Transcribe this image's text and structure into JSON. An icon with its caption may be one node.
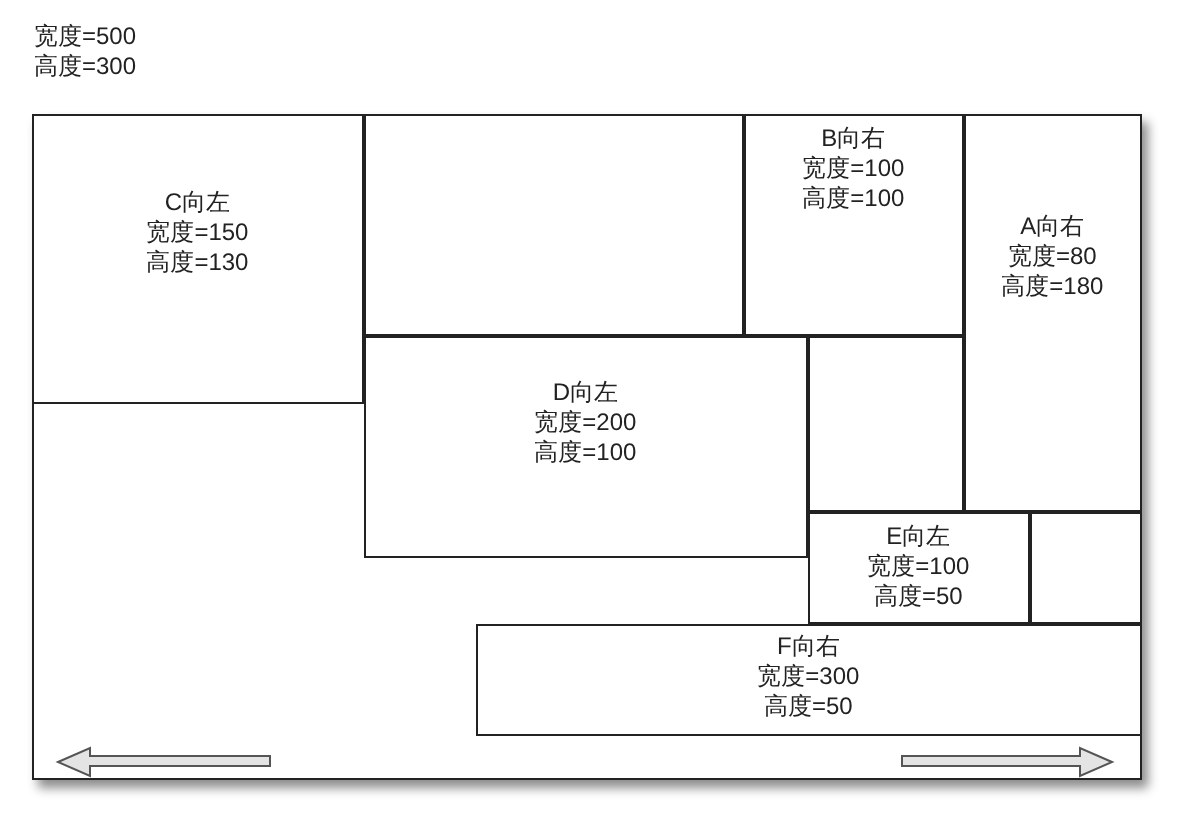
{
  "diagram": {
    "nodes": [
      {
        "text": [
          "宽度=500",
          "高度=300"
        ]
      },
      {
        "text": [
          "C向左",
          "宽度=150",
          "高度=130"
        ],
        "in": 0
      },
      {
        "text": [],
        "shape": "box",
        "in": 0
      },
      {
        "text": [
          "B向右",
          "宽度=100",
          "高度=100"
        ],
        "in": 0
      },
      {
        "text": [
          "A向右",
          "宽度=80",
          "高度=180"
        ],
        "in": 0
      },
      {
        "text": [
          "D向左",
          "宽度=200",
          "高度=100"
        ],
        "in": 0
      },
      {
        "text": [],
        "shape": "box",
        "in": 0
      },
      {
        "text": [
          "E向左",
          "宽度=100",
          "高度=50"
        ],
        "in": 0
      },
      {
        "text": [],
        "shape": "box",
        "in": 0
      },
      {
        "text": [
          "F向右",
          "宽度=300",
          "高度=50"
        ],
        "in": 0
      }
    ]
  }
}
